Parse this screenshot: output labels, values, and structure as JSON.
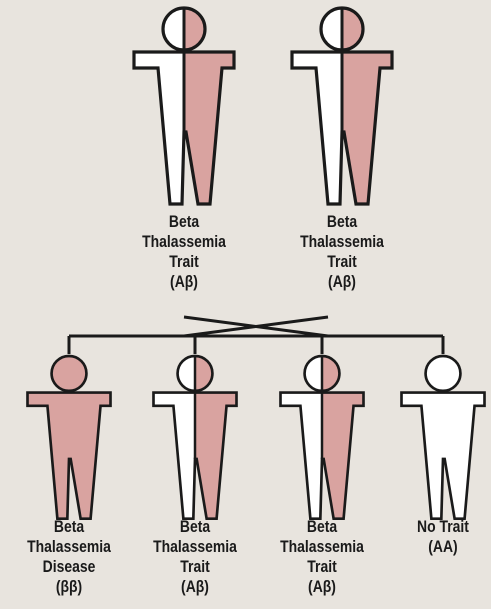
{
  "colors": {
    "background": "#e8e4de",
    "affected": "#d9a3a0",
    "unaffected": "#ffffff",
    "outline": "#1a1a1a"
  },
  "parents": [
    {
      "id": "parent-1",
      "fill": "left-white-right-pink",
      "label": [
        "Beta",
        "Thalassemia",
        "Trait",
        "(Aβ)"
      ]
    },
    {
      "id": "parent-2",
      "fill": "left-white-right-pink",
      "label": [
        "Beta",
        "Thalassemia",
        "Trait",
        "(Aβ)"
      ]
    }
  ],
  "children": [
    {
      "id": "child-1",
      "fill": "full-pink",
      "label": [
        "Beta",
        "Thalassemia",
        "Disease",
        "(ββ)"
      ]
    },
    {
      "id": "child-2",
      "fill": "left-white-right-pink",
      "label": [
        "Beta",
        "Thalassemia",
        "Trait",
        "(Aβ)"
      ]
    },
    {
      "id": "child-3",
      "fill": "left-white-right-pink",
      "label": [
        "Beta",
        "Thalassemia",
        "Trait",
        "(Aβ)"
      ]
    },
    {
      "id": "child-4",
      "fill": "full-white",
      "label": [
        "No Trait",
        "(AA)"
      ]
    }
  ]
}
